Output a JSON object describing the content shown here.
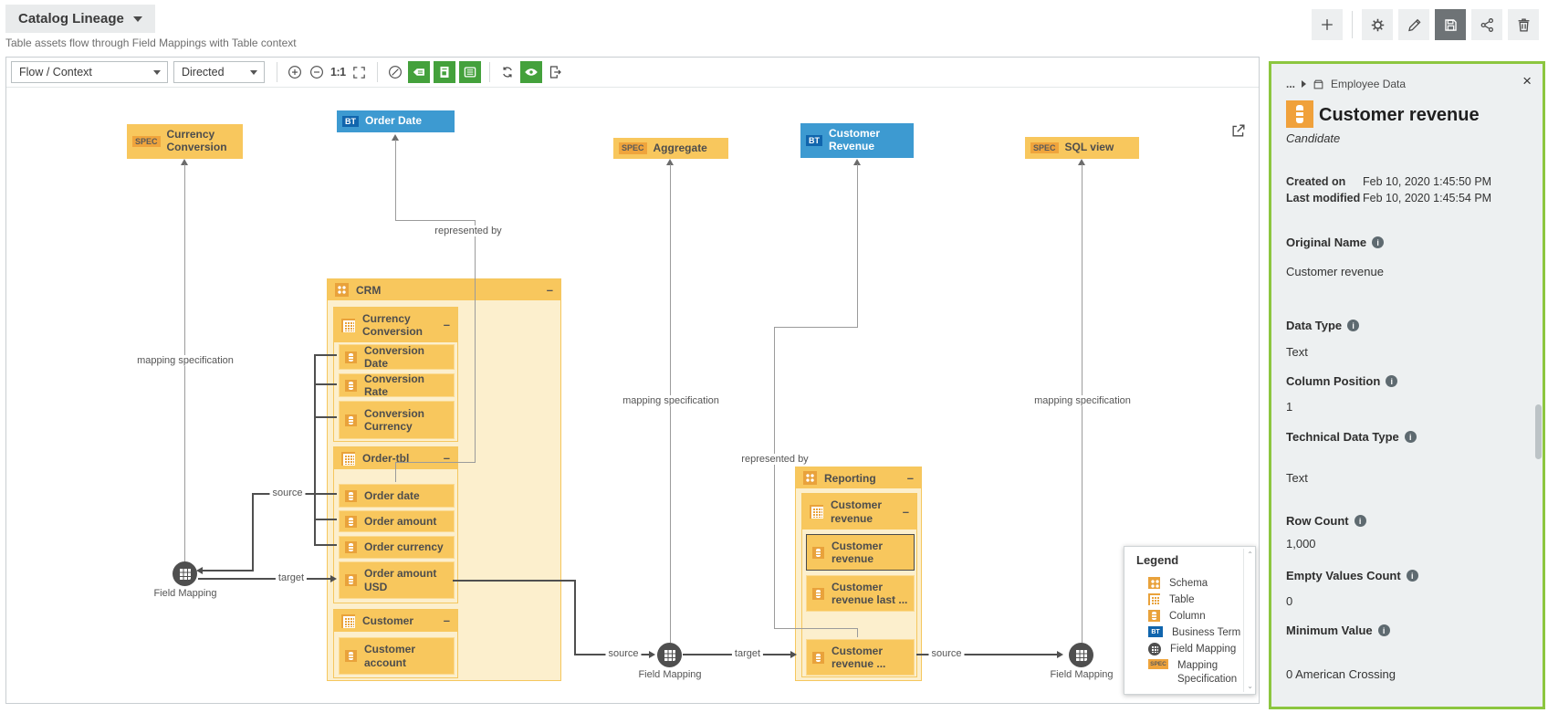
{
  "app": {
    "view_menu": "Catalog Lineage",
    "subtitle": "Table assets flow through Field Mappings with Table context"
  },
  "toolbar": {
    "layout_select": "Flow / Context",
    "direction_select": "Directed",
    "zoom_reset": "1:1"
  },
  "diagram": {
    "collapse": "–",
    "badges": {
      "spec": "SPEC",
      "bt": "BT"
    },
    "nodes": {
      "currency_conversion_spec": "Currency Conversion",
      "order_date_bt": "Order Date",
      "aggregate_spec": "Aggregate",
      "customer_revenue_bt": "Customer Revenue",
      "sql_view_spec": "SQL view"
    },
    "crm": {
      "label": "CRM",
      "tables": [
        {
          "label": "Currency Conversion",
          "columns": [
            "Conversion Date",
            "Conversion Rate",
            "Conversion Currency"
          ]
        },
        {
          "label": "Order-tbl",
          "columns": [
            "Order date",
            "Order amount",
            "Order currency",
            "Order amount USD"
          ]
        },
        {
          "label": "Customer",
          "columns": [
            "Customer account"
          ]
        }
      ]
    },
    "reporting": {
      "label": "Reporting",
      "tables": [
        {
          "label": "Customer revenue",
          "columns": [
            "Customer revenue",
            "Customer revenue last ...",
            "Customer revenue ..."
          ]
        }
      ]
    },
    "edge_labels": {
      "source": "source",
      "target": "target",
      "mapping_specification": "mapping specification",
      "represented_by": "represented by"
    },
    "field_mapping_label": "Field Mapping"
  },
  "legend": {
    "title": "Legend",
    "items": [
      {
        "icon": "schema-icon",
        "label": "Schema"
      },
      {
        "icon": "table-icon",
        "label": "Table"
      },
      {
        "icon": "column-icon",
        "label": "Column"
      },
      {
        "icon": "business-term-icon",
        "label": "Business Term"
      },
      {
        "icon": "field-mapping-icon",
        "label": "Field Mapping"
      },
      {
        "icon": "mapping-specification-icon",
        "label": "Mapping Specification"
      }
    ]
  },
  "panel": {
    "breadcrumb": {
      "collapsed": "...",
      "parent": "Employee Data"
    },
    "title": "Customer revenue",
    "status": "Candidate",
    "meta": [
      {
        "label": "Created on",
        "value": "Feb 10, 2020 1:45:50 PM"
      },
      {
        "label": "Last modified",
        "value": "Feb 10, 2020 1:45:54 PM"
      }
    ],
    "fields": [
      {
        "label": "Original Name",
        "value": "Customer revenue"
      },
      {
        "label": "Data Type",
        "value": "Text"
      },
      {
        "label": "Column Position",
        "value": "1"
      },
      {
        "label": "Technical Data Type",
        "value": "Text"
      },
      {
        "label": "Row Count",
        "value": "1,000"
      },
      {
        "label": "Empty Values Count",
        "value": "0"
      },
      {
        "label": "Minimum Value",
        "value": "0 American Crossing"
      }
    ]
  },
  "colors": {
    "node_orange": "#F8C75D",
    "badge_orange": "#EFA43C",
    "node_blue": "#3D9AD1",
    "badge_blue": "#1065AD",
    "toolbar_green": "#44A13C",
    "panel_border_green": "#8CC63F",
    "flow_dark": "#4F4F4F",
    "relation_gray": "#9B9B9B"
  }
}
